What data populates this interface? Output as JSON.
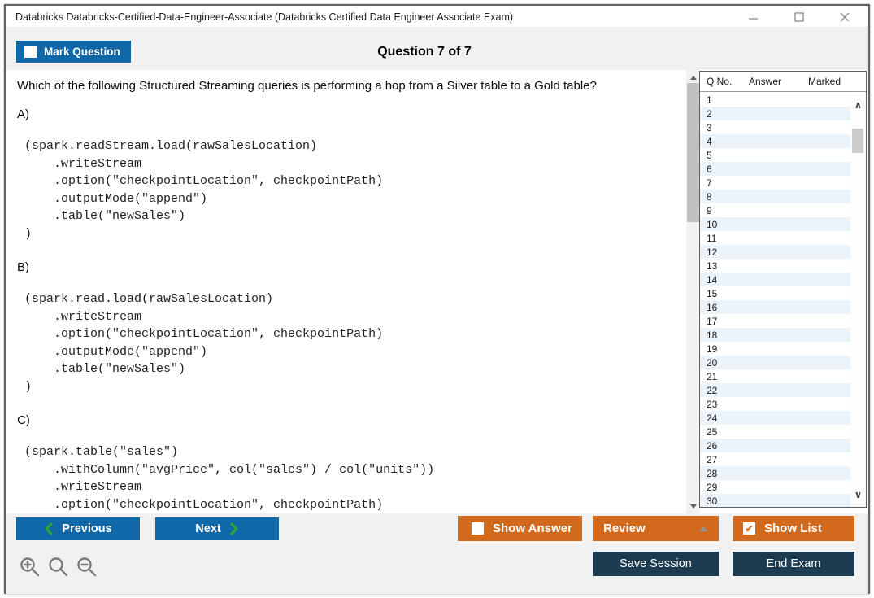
{
  "window": {
    "title": "Databricks Databricks-Certified-Data-Engineer-Associate (Databricks Certified Data Engineer Associate Exam)"
  },
  "header": {
    "mark_question_label": "Mark Question",
    "mark_question_checked": false,
    "question_counter": "Question 7 of 7"
  },
  "question": {
    "text": "Which of the following Structured Streaming queries is performing a hop from a Silver table to a Gold table?",
    "options": [
      {
        "label": "A)",
        "code": " (spark.readStream.load(rawSalesLocation)\n     .writeStream\n     .option(\"checkpointLocation\", checkpointPath)\n     .outputMode(\"append\")\n     .table(\"newSales\")\n )"
      },
      {
        "label": "B)",
        "code": " (spark.read.load(rawSalesLocation)\n     .writeStream\n     .option(\"checkpointLocation\", checkpointPath)\n     .outputMode(\"append\")\n     .table(\"newSales\")\n )"
      },
      {
        "label": "C)",
        "code": " (spark.table(\"sales\")\n     .withColumn(\"avgPrice\", col(\"sales\") / col(\"units\"))\n     .writeStream\n     .option(\"checkpointLocation\", checkpointPath)"
      }
    ]
  },
  "sidebar": {
    "columns": {
      "qno": "Q No.",
      "answer": "Answer",
      "marked": "Marked"
    },
    "rows": [
      {
        "q": "1",
        "answer": "",
        "marked": ""
      },
      {
        "q": "2",
        "answer": "",
        "marked": ""
      },
      {
        "q": "3",
        "answer": "",
        "marked": ""
      },
      {
        "q": "4",
        "answer": "",
        "marked": ""
      },
      {
        "q": "5",
        "answer": "",
        "marked": ""
      },
      {
        "q": "6",
        "answer": "",
        "marked": ""
      },
      {
        "q": "7",
        "answer": "",
        "marked": ""
      },
      {
        "q": "8",
        "answer": "",
        "marked": ""
      },
      {
        "q": "9",
        "answer": "",
        "marked": ""
      },
      {
        "q": "10",
        "answer": "",
        "marked": ""
      },
      {
        "q": "11",
        "answer": "",
        "marked": ""
      },
      {
        "q": "12",
        "answer": "",
        "marked": ""
      },
      {
        "q": "13",
        "answer": "",
        "marked": ""
      },
      {
        "q": "14",
        "answer": "",
        "marked": ""
      },
      {
        "q": "15",
        "answer": "",
        "marked": ""
      },
      {
        "q": "16",
        "answer": "",
        "marked": ""
      },
      {
        "q": "17",
        "answer": "",
        "marked": ""
      },
      {
        "q": "18",
        "answer": "",
        "marked": ""
      },
      {
        "q": "19",
        "answer": "",
        "marked": ""
      },
      {
        "q": "20",
        "answer": "",
        "marked": ""
      },
      {
        "q": "21",
        "answer": "",
        "marked": ""
      },
      {
        "q": "22",
        "answer": "",
        "marked": ""
      },
      {
        "q": "23",
        "answer": "",
        "marked": ""
      },
      {
        "q": "24",
        "answer": "",
        "marked": ""
      },
      {
        "q": "25",
        "answer": "",
        "marked": ""
      },
      {
        "q": "26",
        "answer": "",
        "marked": ""
      },
      {
        "q": "27",
        "answer": "",
        "marked": ""
      },
      {
        "q": "28",
        "answer": "",
        "marked": ""
      },
      {
        "q": "29",
        "answer": "",
        "marked": ""
      },
      {
        "q": "30",
        "answer": "",
        "marked": ""
      }
    ]
  },
  "footer": {
    "previous_label": "Previous",
    "next_label": "Next",
    "show_answer_label": "Show Answer",
    "show_answer_checked": false,
    "review_label": "Review",
    "show_list_label": "Show List",
    "show_list_checked": true,
    "save_session_label": "Save Session",
    "end_exam_label": "End Exam"
  },
  "colors": {
    "accent_blue": "#1168a9",
    "accent_orange": "#d26a1e",
    "navy": "#1c3a50",
    "green": "#2fa338",
    "row_alt": "#ebf3fb"
  }
}
